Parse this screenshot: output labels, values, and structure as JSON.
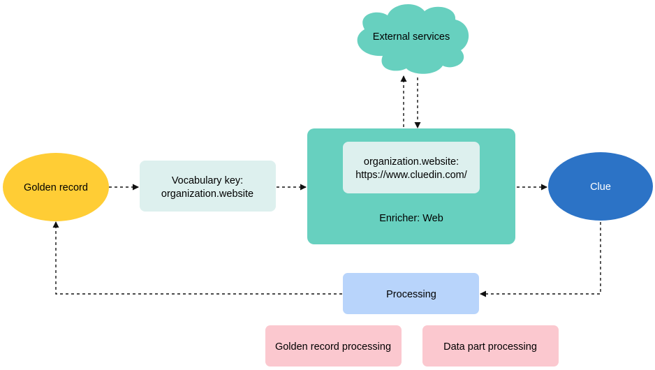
{
  "nodes": {
    "golden_record": {
      "label": "Golden record",
      "color": "#ffcd35"
    },
    "vocabulary_key": {
      "line1": "Vocabulary key:",
      "line2": "organization.website",
      "color": "#ddf0ee"
    },
    "enricher": {
      "label": "Enricher: Web",
      "color": "#67d0bf"
    },
    "website_value": {
      "line1": "organization.website:",
      "line2": "https://www.cluedin.com/",
      "color": "#ddf0ee"
    },
    "external_services": {
      "label": "External services",
      "color": "#67d0bf"
    },
    "clue": {
      "label": "Clue",
      "color": "#2c73c6"
    },
    "processing": {
      "label": "Processing",
      "color": "#b8d4fb"
    },
    "golden_record_processing": {
      "label": "Golden record processing",
      "color": "#fbc8cf"
    },
    "data_part_processing": {
      "label": "Data part processing",
      "color": "#fbc8cf"
    }
  },
  "edges": [
    {
      "from": "golden_record",
      "to": "vocabulary_key"
    },
    {
      "from": "vocabulary_key",
      "to": "enricher"
    },
    {
      "from": "enricher",
      "to": "external_services"
    },
    {
      "from": "external_services",
      "to": "enricher"
    },
    {
      "from": "enricher",
      "to": "clue"
    },
    {
      "from": "clue",
      "to": "processing"
    },
    {
      "from": "processing",
      "to": "golden_record"
    }
  ]
}
